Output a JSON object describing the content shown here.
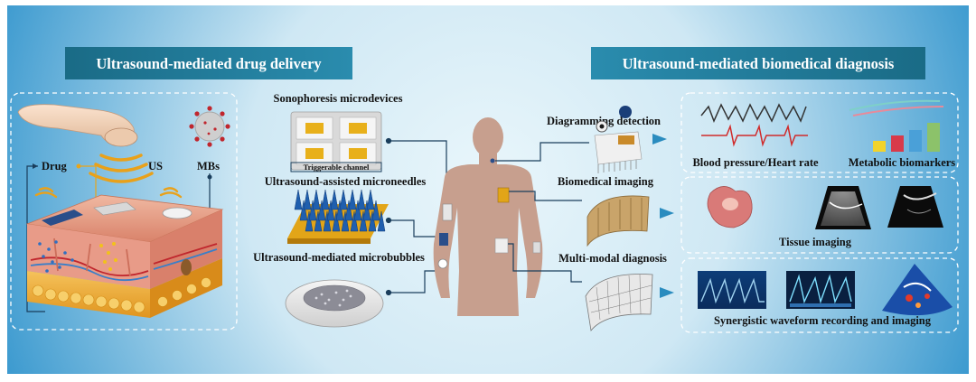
{
  "colors": {
    "bg_center": "#e4f3fa",
    "bg_edge": "#2f93cc",
    "banner": "#1d6e8a",
    "arrow_blue": "#2a8cbf",
    "connector": "#1a3e5c",
    "body_silhouette": "#c79f8e"
  },
  "left_panel": {
    "title": "Ultrasound-mediated drug delivery",
    "labels": {
      "drug": "Drug",
      "us": "US",
      "mbs": "MBs"
    },
    "icons": [
      "ultrasound-probe-icon",
      "virus-microbubble-icon",
      "skin-tissue-icon"
    ]
  },
  "middle_panel": {
    "sonophoresis": "Sonophoresis microdevices",
    "triggerable": "Triggerable channel",
    "microneedles": "Ultrasound-assisted microneedles",
    "microbubbles": "Ultrasound-mediated microbubbles"
  },
  "center": {
    "diagramming": "Diagramming detection",
    "biomedical_imaging": "Biomedical imaging",
    "multimodal": "Multi-modal diagnosis",
    "icons": [
      "human-body-icon",
      "sensor-patch-icon",
      "flexible-array-icon"
    ]
  },
  "right_panel": {
    "title": "Ultrasound-mediated biomedical diagnosis",
    "blood_pressure": "Blood pressure/Heart rate",
    "metabolic": "Metabolic biomarkers",
    "tissue_imaging": "Tissue imaging",
    "synergistic": "Synergistic waveform recording and imaging"
  }
}
